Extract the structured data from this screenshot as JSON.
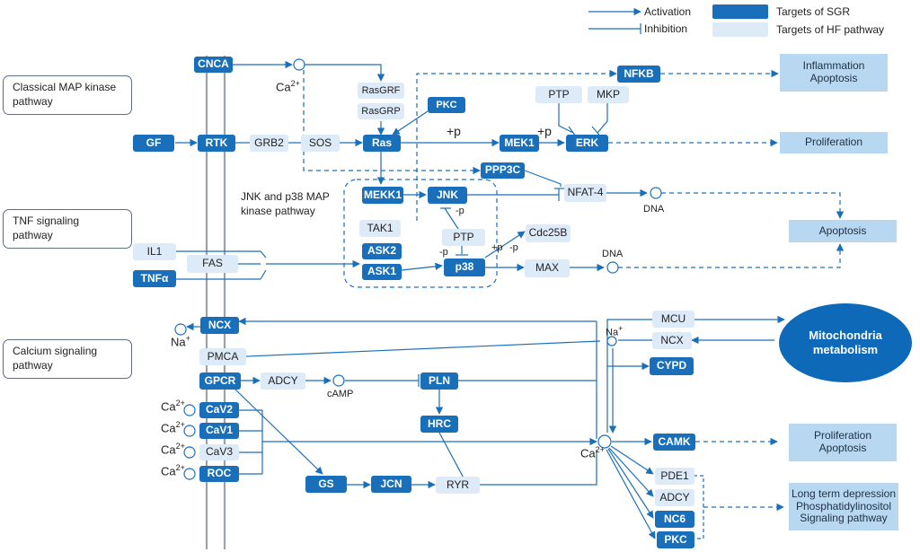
{
  "legend": {
    "activation": "Activation",
    "inhibition": "Inhibition",
    "targets_sgr": "Targets of SGR",
    "targets_hf": "Targets of HF pathway",
    "color_sgr": "#1a6fba",
    "color_hf": "#ddeaf8"
  },
  "pathways": {
    "classical_map": "Classical MAP kinase pathway",
    "tnf": "TNF signaling pathway",
    "calcium": "Calcium signaling pathway",
    "jnk_p38": "JNK and p38 MAP kinase pathway"
  },
  "nodes": {
    "CNCA": "CNCA",
    "GF": "GF",
    "RTK": "RTK",
    "GRB2": "GRB2",
    "SOS": "SOS",
    "RasGRF": "RasGRF",
    "RasGRP": "RasGRP",
    "PKC_top": "PKC",
    "Ras": "Ras",
    "MEK1": "MEK1",
    "ERK": "ERK",
    "PTP_top": "PTP",
    "MKP": "MKP",
    "NFKB": "NFKB",
    "PPP3C": "PPP3C",
    "NFAT4": "NFAT-4",
    "MEKK1": "MEKK1",
    "JNK": "JNK",
    "TAK1": "TAK1",
    "ASK2": "ASK2",
    "ASK1": "ASK1",
    "PTP_mid": "PTP",
    "p38": "p38",
    "Cdc25B": "Cdc25B",
    "MAX": "MAX",
    "IL1": "IL1",
    "FAS": "FAS",
    "TNFa": "TNFα",
    "NCX_left": "NCX",
    "PMCA": "PMCA",
    "GPCR": "GPCR",
    "ADCY_left": "ADCY",
    "PLN": "PLN",
    "HRC": "HRC",
    "CaV2": "CaV2",
    "CaV1": "CaV1",
    "CaV3": "CaV3",
    "ROC": "ROC",
    "GS": "GS",
    "JCN": "JCN",
    "RYR": "RYR",
    "MCU": "MCU",
    "NCX_right": "NCX",
    "CYPD": "CYPD",
    "CAMK": "CAMK",
    "PDE1": "PDE1",
    "ADCY_right": "ADCY",
    "NC6": "NC6",
    "PKC_bottom": "PKC"
  },
  "outcomes": {
    "inflammation": [
      "Inflammation",
      "Apoptosis"
    ],
    "proliferation": "Proliferation",
    "apoptosis": "Apoptosis",
    "prolif_apop": [
      "Proliferation",
      "Apoptosis"
    ],
    "ltd": [
      "Long term depression",
      "Phosphatidylinositol",
      "Signaling pathway"
    ],
    "mito": [
      "Mitochondria",
      "metabolism"
    ]
  },
  "labels": {
    "ca": "Ca",
    "ca_charge": "2+",
    "na": "Na",
    "na_charge": "+",
    "plus_p": "+p",
    "minus_p": "-p",
    "dna": "DNA",
    "camp": "cAMP"
  }
}
